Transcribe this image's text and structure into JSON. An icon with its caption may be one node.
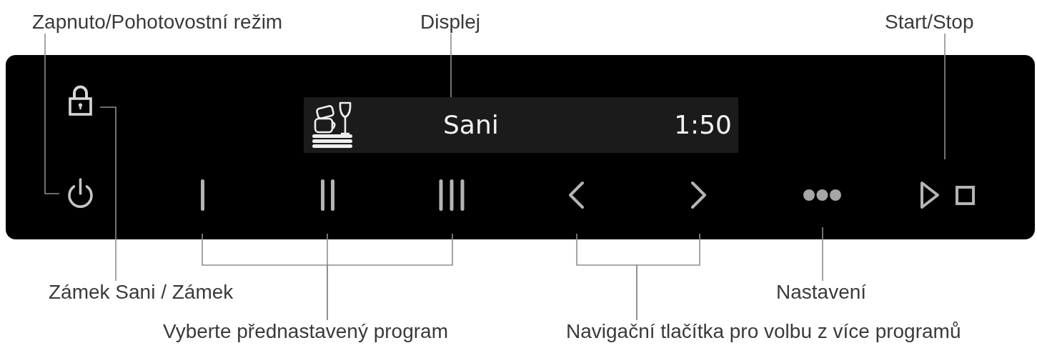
{
  "diagram": {
    "nodes": [
      {
        "text": [
          "Zapnuto/Pohotovostní režim"
        ]
      },
      {
        "text": [
          "Displej"
        ]
      },
      {
        "text": [
          "Start/Stop"
        ]
      },
      {
        "text": [],
        "shape": "box"
      },
      {
        "text": [],
        "shape": "picture",
        "in": 3
      },
      {
        "text": [
          "Sani",
          "1:50"
        ],
        "in": 3
      },
      {
        "text": [],
        "shape": "picture",
        "in": 3
      },
      {
        "text": [],
        "shape": "bar",
        "in": 3
      },
      {
        "text": [],
        "shape": "bar",
        "in": 3
      },
      {
        "text": [],
        "shape": "bar",
        "in": 3
      },
      {
        "text": [],
        "shape": "picture",
        "in": 3
      },
      {
        "text": [],
        "shape": "picture",
        "in": 3
      },
      {
        "text": [],
        "shape": "picture",
        "in": 3
      },
      {
        "text": [],
        "shape": "picture",
        "in": 3
      },
      {
        "text": [
          "Zámek Sani / Zámek"
        ]
      },
      {
        "text": [
          "Nastavení"
        ]
      },
      {
        "text": [
          "Vyberte přednastavený program"
        ]
      },
      {
        "text": [
          "Navigační tlačítka pro volbu z více programů"
        ]
      }
    ],
    "edges": [
      {
        "from": 0,
        "to": 6,
        "arrow": "none"
      },
      {
        "from": 1,
        "to": 5,
        "arrow": "none"
      },
      {
        "from": 2,
        "to": 13,
        "arrow": "none"
      },
      {
        "from": 14,
        "to": 4,
        "arrow": "none"
      },
      {
        "from": 15,
        "to": 12,
        "arrow": "none"
      },
      {
        "from": 16,
        "to": 7,
        "arrow": "none"
      },
      {
        "from": 16,
        "to": 8,
        "arrow": "none"
      },
      {
        "from": 16,
        "to": 9,
        "arrow": "none"
      },
      {
        "from": 17,
        "to": 10,
        "arrow": "none"
      },
      {
        "from": 17,
        "to": 11,
        "arrow": "none"
      }
    ]
  }
}
